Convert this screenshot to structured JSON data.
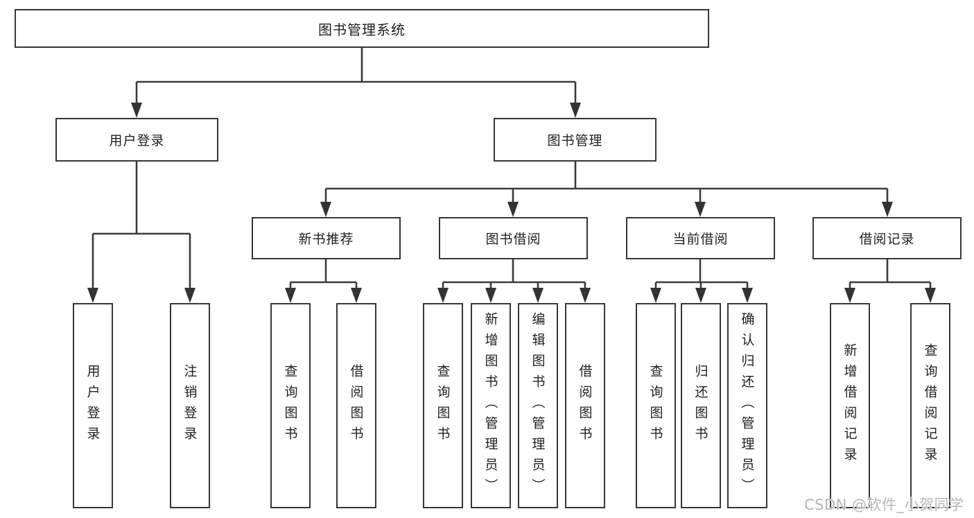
{
  "diagram": {
    "title": "图书管理系统",
    "level2": {
      "user_login": "用户登录",
      "book_mgmt": "图书管理"
    },
    "level3": {
      "new_book": "新书推荐",
      "book_borrow": "图书借阅",
      "current_borrow": "当前借阅",
      "borrow_record": "借阅记录"
    },
    "leaves": {
      "user_login": [
        "用户登录",
        "注销登录"
      ],
      "new_book": [
        "查询图书",
        "借阅图书"
      ],
      "book_borrow": [
        "查询图书",
        "新增图书（管理员）",
        "编辑图书（管理员）",
        "借阅图书"
      ],
      "current_borrow": [
        "查询图书",
        "归还图书",
        "确认归还（管理员）"
      ],
      "borrow_record": [
        "新增借阅记录",
        "查询借阅记录"
      ]
    }
  },
  "watermark": "CSDN @软件_小贺同学",
  "colors": {
    "line": "#3a3a3a",
    "border": "#363636",
    "text": "#1f1f1f",
    "watermark": "#b5b5b5",
    "background": "#ffffff"
  }
}
